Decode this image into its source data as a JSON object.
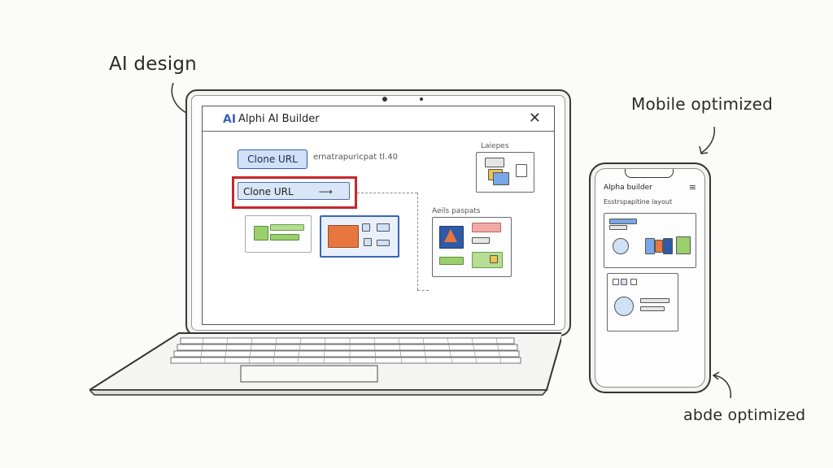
{
  "annotations": {
    "ai_design": "AI design",
    "mobile_optimized": "Mobile optimized",
    "bottom_note": "abde optimized"
  },
  "laptop": {
    "app_logo": "AI",
    "app_title": "Alphi AI Builder",
    "close_icon": "close-icon",
    "clone_button_label": "Clone URL",
    "url_scribble": "ernatrapuricpat tl.40",
    "clone_input_label": "Clone URL",
    "panel_label_top_right": "Laiepes",
    "panel_label_middle": "Aeils paspats"
  },
  "phone": {
    "title": "Alpha builder",
    "subtitle": "Esstrspapitine layout",
    "menu_icon": "menu-icon"
  },
  "colors": {
    "accent_blue": "#3a62b5",
    "highlight_red": "#c8262b",
    "orange": "#e8773f",
    "green": "#9bcf6c"
  }
}
